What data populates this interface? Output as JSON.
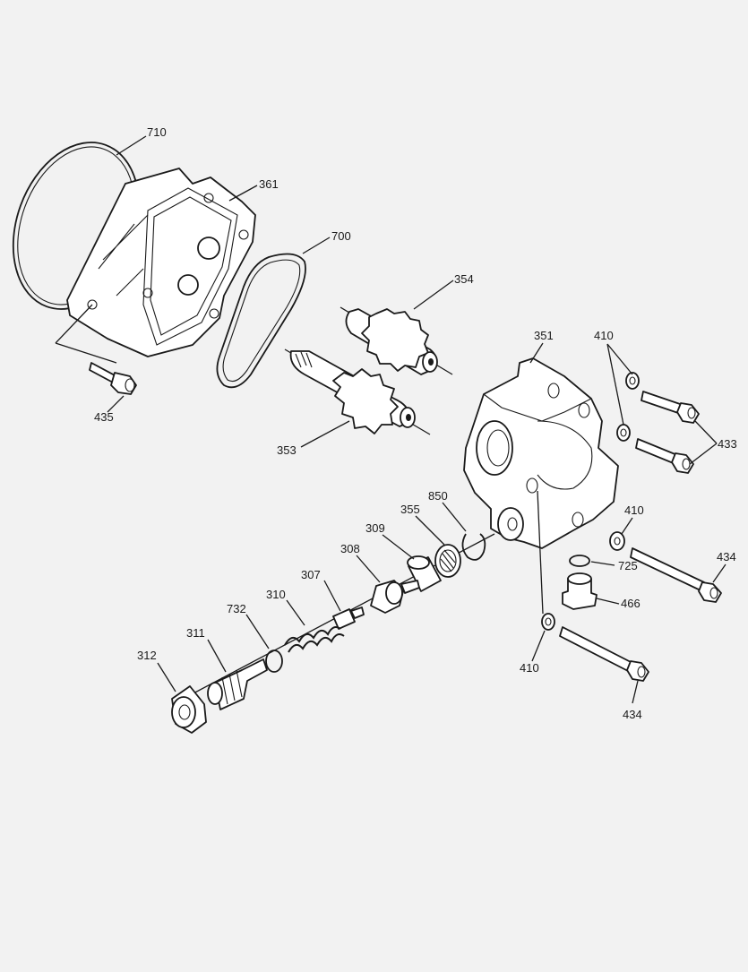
{
  "labels": {
    "p710": "710",
    "p361": "361",
    "p700": "700",
    "p354": "354",
    "p353": "353",
    "p435": "435",
    "p351": "351",
    "p410a": "410",
    "p433": "433",
    "p850": "850",
    "p355": "355",
    "p309": "309",
    "p308": "308",
    "p307": "307",
    "p310": "310",
    "p732": "732",
    "p311": "311",
    "p312": "312",
    "p410b": "410",
    "p725": "725",
    "p466": "466",
    "p434a": "434",
    "p410c": "410",
    "p434b": "434"
  }
}
